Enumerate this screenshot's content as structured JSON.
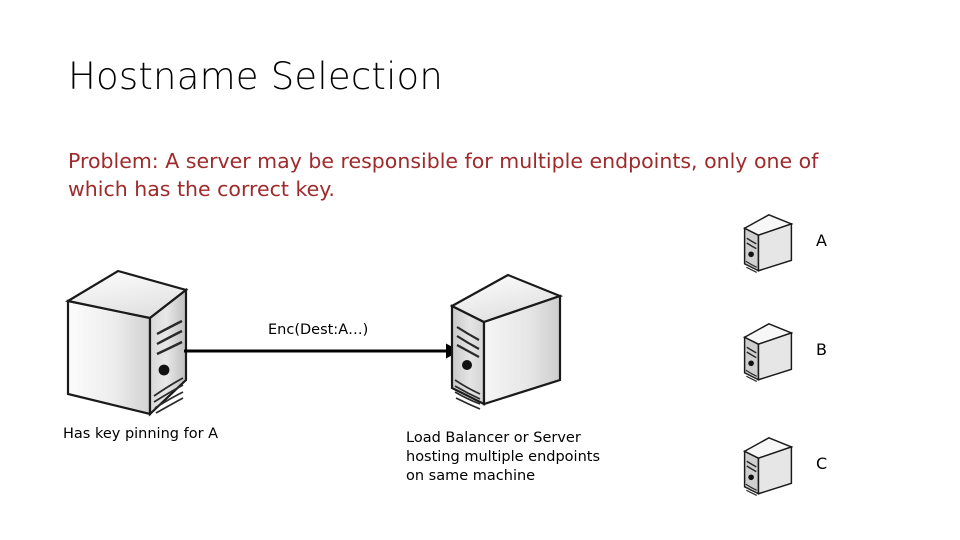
{
  "slide": {
    "title": "Hostname Selection",
    "problem_text": "Problem: A server may be responsible for multiple endpoints, only one of which has the correct key.",
    "problem_color": "#9E2A2B",
    "background_color": "#FFFFFF"
  },
  "diagram": {
    "client": {
      "icon": "server-tower-icon",
      "caption": "Has key pinning for A"
    },
    "message": {
      "label": "Enc(Dest:A…)",
      "arrow": "arrow-right-icon"
    },
    "loadbalancer": {
      "icon": "server-tower-icon",
      "caption_line1": "Load Balancer or Server",
      "caption_line2": "hosting multiple endpoints",
      "caption_line3": "on same machine"
    },
    "endpoints": [
      {
        "icon": "server-tower-icon",
        "label": "A"
      },
      {
        "icon": "server-tower-icon",
        "label": "B"
      },
      {
        "icon": "server-tower-icon",
        "label": "C"
      }
    ]
  }
}
